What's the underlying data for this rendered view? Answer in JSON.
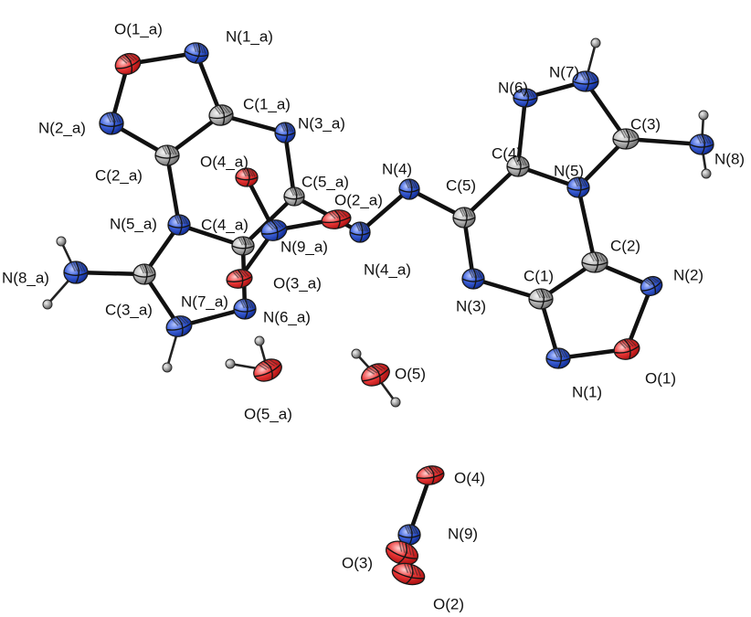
{
  "colors": {
    "N": "#2a4fc9",
    "C": "#a9a9a9",
    "O": "#dd1f1f",
    "H": "#7a7a7a",
    "bond": "#111111",
    "label": "#111111"
  },
  "atoms": [
    {
      "id": "O1_a",
      "element": "O",
      "label": "O(1_a)"
    },
    {
      "id": "N1_a",
      "element": "N",
      "label": "N(1_a)"
    },
    {
      "id": "N2_a",
      "element": "N",
      "label": "N(2_a)"
    },
    {
      "id": "C1_a",
      "element": "C",
      "label": "C(1_a)"
    },
    {
      "id": "N3_a",
      "element": "N",
      "label": "N(3_a)"
    },
    {
      "id": "C2_a",
      "element": "C",
      "label": "C(2_a)"
    },
    {
      "id": "O4_a",
      "element": "O",
      "label": "O(4_a)"
    },
    {
      "id": "C5_a",
      "element": "C",
      "label": "C(5_a)"
    },
    {
      "id": "O2_a",
      "element": "O",
      "label": "O(2_a)"
    },
    {
      "id": "N5_a",
      "element": "N",
      "label": "N(5_a)"
    },
    {
      "id": "C4_a",
      "element": "C",
      "label": "C(4_a)"
    },
    {
      "id": "N9_a",
      "element": "N",
      "label": "N(9_a)"
    },
    {
      "id": "N4_a",
      "element": "N",
      "label": "N(4_a)"
    },
    {
      "id": "N8_a",
      "element": "N",
      "label": "N(8_a)"
    },
    {
      "id": "C3_a",
      "element": "C",
      "label": "C(3_a)"
    },
    {
      "id": "N7_a",
      "element": "N",
      "label": "N(7_a)"
    },
    {
      "id": "O3_a",
      "element": "O",
      "label": "O(3_a)"
    },
    {
      "id": "N6_a",
      "element": "N",
      "label": "N(6_a)"
    },
    {
      "id": "O5_a",
      "element": "O",
      "label": "O(5_a)"
    },
    {
      "id": "N4",
      "element": "N",
      "label": "N(4)"
    },
    {
      "id": "C5",
      "element": "C",
      "label": "C(5)"
    },
    {
      "id": "N6",
      "element": "N",
      "label": "N(6)"
    },
    {
      "id": "N7",
      "element": "N",
      "label": "N(7)"
    },
    {
      "id": "C4",
      "element": "C",
      "label": "C(4)"
    },
    {
      "id": "N5",
      "element": "N",
      "label": "N(5)"
    },
    {
      "id": "C3",
      "element": "C",
      "label": "C(3)"
    },
    {
      "id": "N8",
      "element": "N",
      "label": "N(8)"
    },
    {
      "id": "C2",
      "element": "C",
      "label": "C(2)"
    },
    {
      "id": "N2",
      "element": "N",
      "label": "N(2)"
    },
    {
      "id": "C1",
      "element": "C",
      "label": "C(1)"
    },
    {
      "id": "N3",
      "element": "N",
      "label": "N(3)"
    },
    {
      "id": "N1",
      "element": "N",
      "label": "N(1)"
    },
    {
      "id": "O1",
      "element": "O",
      "label": "O(1)"
    },
    {
      "id": "O5",
      "element": "O",
      "label": "O(5)"
    },
    {
      "id": "O4",
      "element": "O",
      "label": "O(4)"
    },
    {
      "id": "N9",
      "element": "N",
      "label": "N(9)"
    },
    {
      "id": "O3",
      "element": "O",
      "label": "O(3)"
    },
    {
      "id": "O2",
      "element": "O",
      "label": "O(2)"
    }
  ],
  "hydrogens": [
    {
      "id": "H_N7a",
      "element": "H",
      "parent": "N7_a"
    },
    {
      "id": "H_N8a_1",
      "element": "H",
      "parent": "N8_a"
    },
    {
      "id": "H_N8a_2",
      "element": "H",
      "parent": "N8_a"
    },
    {
      "id": "H_O5a_1",
      "element": "H",
      "parent": "O5_a"
    },
    {
      "id": "H_O5a_2",
      "element": "H",
      "parent": "O5_a"
    },
    {
      "id": "H_O5_1",
      "element": "H",
      "parent": "O5"
    },
    {
      "id": "H_O5_2",
      "element": "H",
      "parent": "O5"
    },
    {
      "id": "H_N7",
      "element": "H",
      "parent": "N7"
    },
    {
      "id": "H_N8_1",
      "element": "H",
      "parent": "N8"
    },
    {
      "id": "H_N8_2",
      "element": "H",
      "parent": "N8"
    }
  ],
  "bonds": [
    [
      "O1_a",
      "N1_a"
    ],
    [
      "O1_a",
      "N2_a"
    ],
    [
      "N1_a",
      "C1_a"
    ],
    [
      "N2_a",
      "C2_a"
    ],
    [
      "C1_a",
      "C2_a"
    ],
    [
      "C1_a",
      "N3_a"
    ],
    [
      "N3_a",
      "C5_a"
    ],
    [
      "C2_a",
      "N5_a"
    ],
    [
      "N5_a",
      "C4_a"
    ],
    [
      "N5_a",
      "C3_a"
    ],
    [
      "C5_a",
      "C4_a"
    ],
    [
      "C5_a",
      "N4_a"
    ],
    [
      "C4_a",
      "N6_a"
    ],
    [
      "C3_a",
      "N8_a"
    ],
    [
      "C3_a",
      "N7_a"
    ],
    [
      "N7_a",
      "N6_a"
    ],
    [
      "O4_a",
      "N9_a"
    ],
    [
      "O2_a",
      "N9_a"
    ],
    [
      "O3_a",
      "N9_a"
    ],
    [
      "N4_a",
      "N4"
    ],
    [
      "N4",
      "C5"
    ],
    [
      "C5",
      "C4"
    ],
    [
      "C5",
      "N3"
    ],
    [
      "C4",
      "N6"
    ],
    [
      "C4",
      "N5"
    ],
    [
      "N6",
      "N7"
    ],
    [
      "N7",
      "C3"
    ],
    [
      "C3",
      "N5"
    ],
    [
      "C3",
      "N8"
    ],
    [
      "N5",
      "C2"
    ],
    [
      "C2",
      "C1"
    ],
    [
      "C2",
      "N2"
    ],
    [
      "N2",
      "O1"
    ],
    [
      "O1",
      "N1"
    ],
    [
      "N1",
      "C1"
    ],
    [
      "C1",
      "N3"
    ],
    [
      "O4",
      "N9"
    ],
    [
      "N9",
      "O3"
    ],
    [
      "N9",
      "O2"
    ]
  ]
}
